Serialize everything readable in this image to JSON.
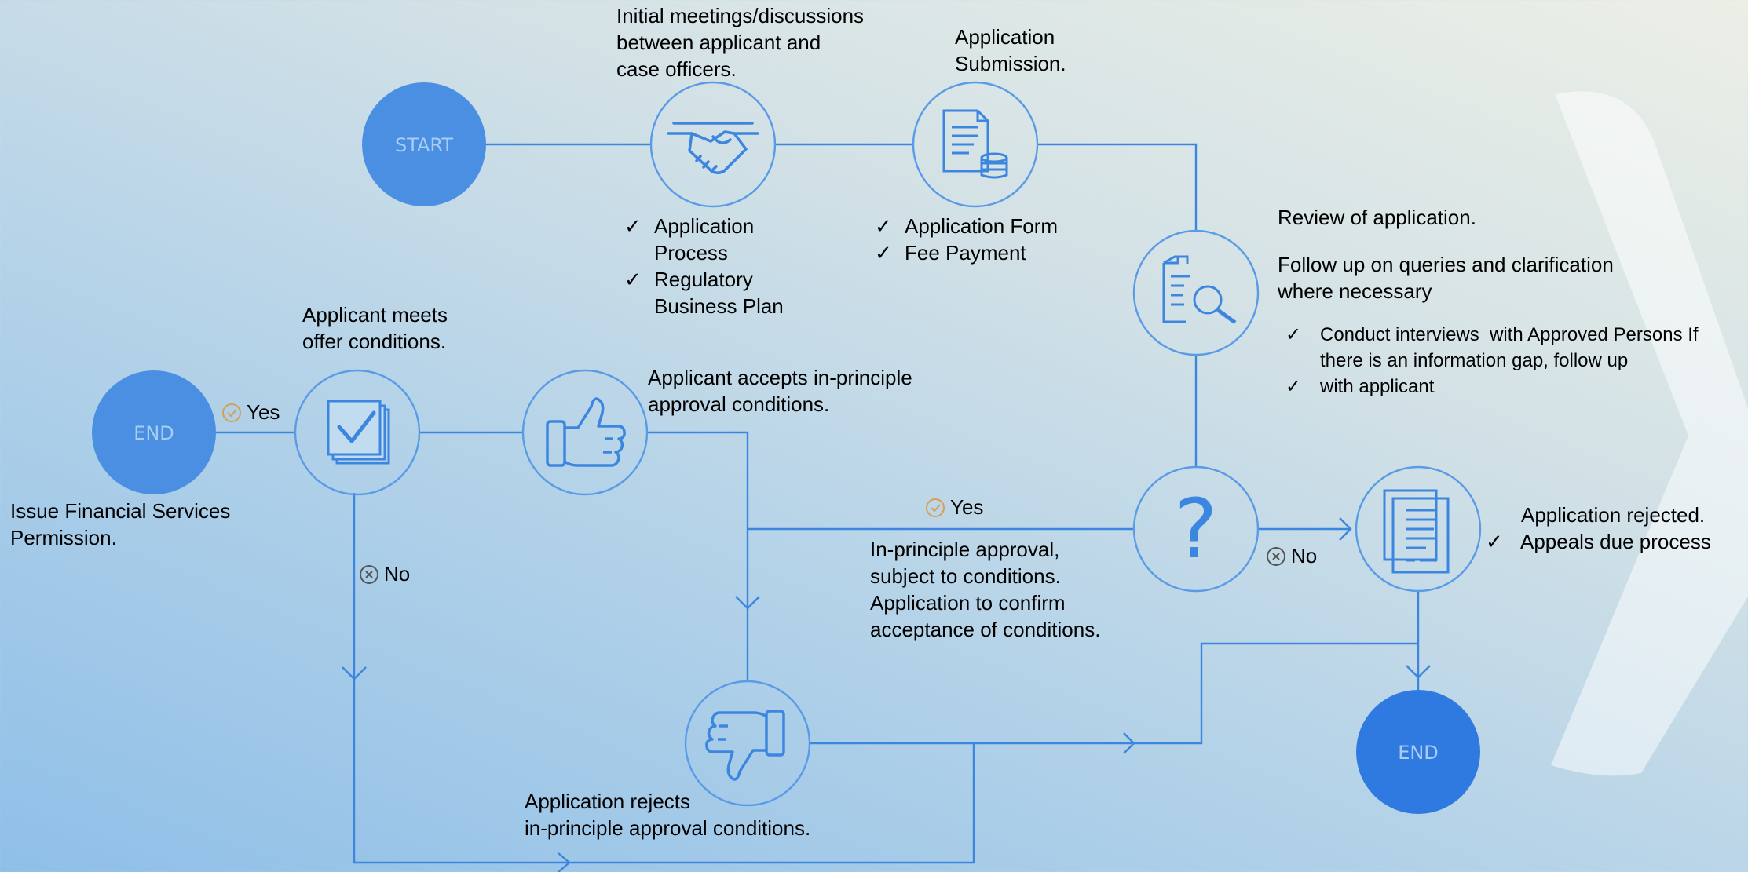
{
  "colors": {
    "line": "#3d86e0",
    "node_stroke": "#5a9be6",
    "icon": "#3d86e0",
    "terminal_fill": "#4a8fe2",
    "yes": "#d4a053",
    "no": "#555555"
  },
  "nodes": {
    "start": "START",
    "end_left": "END",
    "end_right": "END",
    "question_icon": "question-mark-icon",
    "meeting_icon": "handshake-icon",
    "submission_icon": "document-payment-icon",
    "review_icon": "document-search-icon",
    "conditions_icon": "checklist-icon",
    "accept_icon": "thumbs-up-icon",
    "reject_icon": "thumbs-down-icon",
    "rejected_icon": "document-icon"
  },
  "labels": {
    "meetings": [
      "Initial meetings/discussions",
      "between applicant and",
      "case officers."
    ],
    "submission": [
      "Application",
      "Submission."
    ],
    "review": "Review of application.",
    "followup": [
      "Follow up on queries and clarification",
      "where necessary"
    ],
    "meets_conditions": [
      "Applicant meets",
      "offer conditions."
    ],
    "accepts_conditions": [
      "Applicant accepts in-principle",
      "approval conditions."
    ],
    "issue_permission": [
      "Issue Financial Services",
      "Permission."
    ],
    "in_principle": [
      "In-principle approval,",
      "subject to conditions.",
      "Application to confirm",
      "acceptance of conditions."
    ],
    "rejects_conditions": [
      "Application rejects",
      "in-principle approval conditions."
    ],
    "app_rejected": "Application rejected."
  },
  "checklists": {
    "meetings": [
      [
        "Application",
        "Process"
      ],
      [
        "Regulatory",
        "Business Plan"
      ]
    ],
    "submission": [
      [
        "Application Form"
      ],
      [
        "Fee Payment"
      ]
    ],
    "followup": [
      [
        "Conduct interviews  with Approved Persons If",
        "there is an information gap, follow up"
      ],
      [
        "with applicant"
      ]
    ],
    "rejected": [
      [
        "Appeals due process"
      ]
    ]
  },
  "markers": {
    "yes_end": "Yes",
    "yes_question": "Yes",
    "no_conditions": "No",
    "no_question": "No"
  },
  "check_glyph": "✓"
}
